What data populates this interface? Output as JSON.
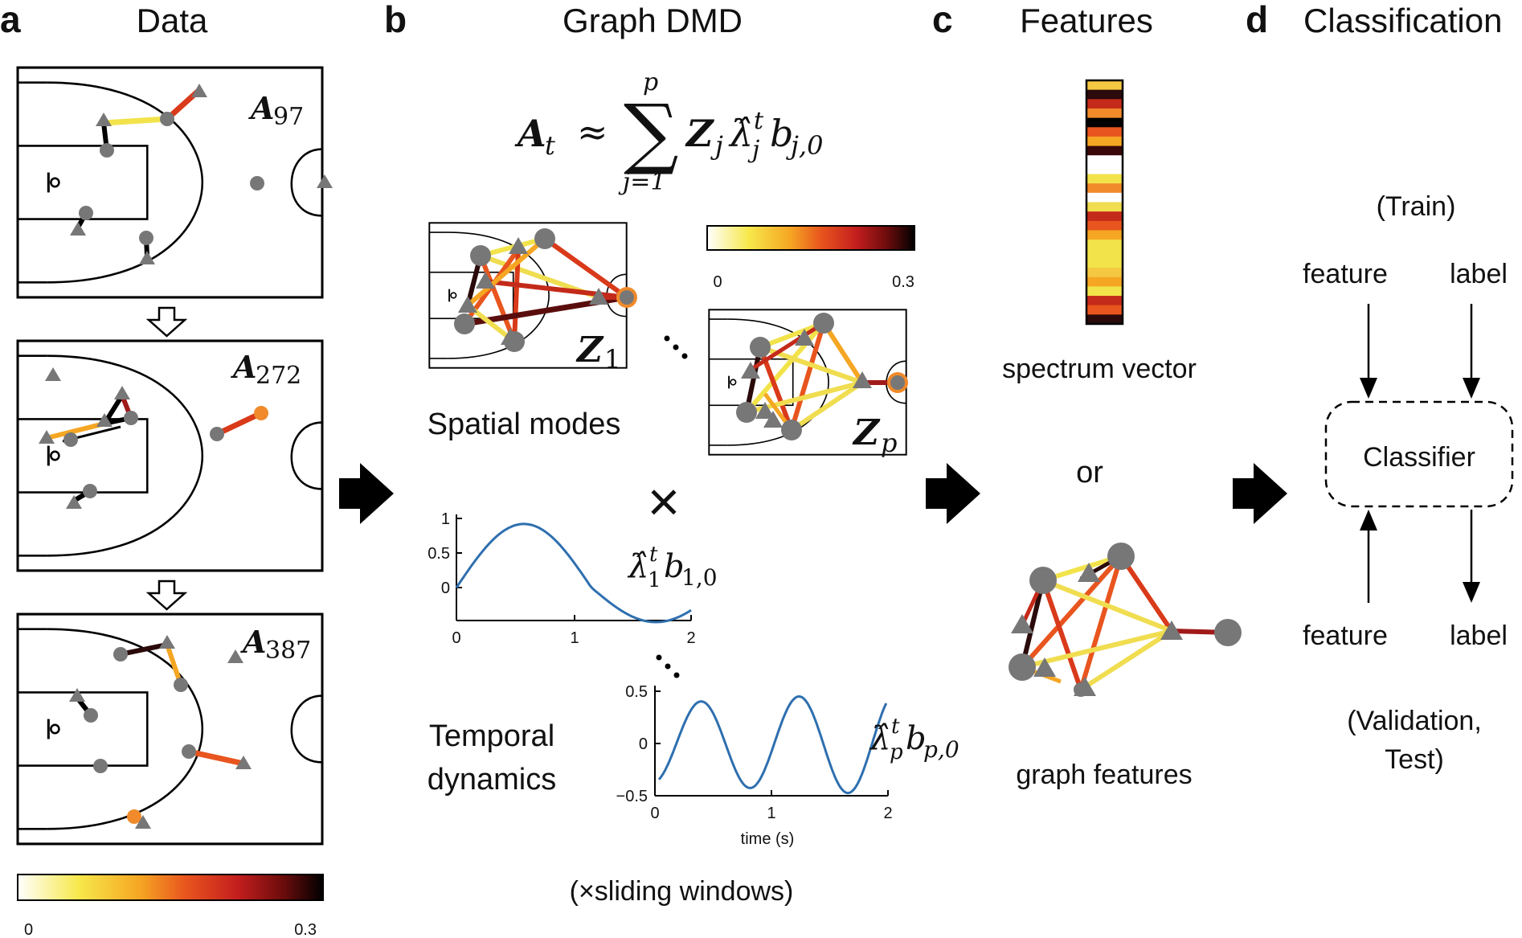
{
  "panels": {
    "a": {
      "letter": "a",
      "title": "Data",
      "matrices": [
        {
          "symbol": "A",
          "sub": "97"
        },
        {
          "symbol": "A",
          "sub": "272"
        },
        {
          "symbol": "A",
          "sub": "387"
        }
      ],
      "colorbar": {
        "min": "0",
        "max": "0.3"
      }
    },
    "b": {
      "letter": "b",
      "title": "Graph DMD",
      "equation": {
        "lhs": "A",
        "lhs_sub": "t",
        "approx": "≈",
        "sum": "∑",
        "sum_upper": "p",
        "sum_lower": "j=1",
        "z": "Z",
        "z_sub": "j",
        "lambda": "λ̂",
        "lambda_sup": "t",
        "lambda_sub": "j",
        "b": "b",
        "b_sub": "j,0"
      },
      "spatial_label": "Spatial modes",
      "mode_labels": [
        {
          "symbol": "Z",
          "sub": "1"
        },
        {
          "symbol": "Z",
          "sub": "p"
        }
      ],
      "colorbar": {
        "min": "0",
        "max": "0.3"
      },
      "times_symbol": "×",
      "temporal_label_1": "Temporal",
      "temporal_label_2": "dynamics",
      "sliding": "(×sliding windows)",
      "plot1": {
        "yticks": [
          "1",
          "0.5",
          "0"
        ],
        "xticks": [
          "0",
          "1",
          "2"
        ],
        "label": {
          "lambda": "λ̂",
          "sup": "t",
          "sub": "1",
          "b": "b",
          "b_sub": "1,0"
        }
      },
      "plot2": {
        "yticks": [
          "0.5",
          "0",
          "−0.5"
        ],
        "xticks": [
          "0",
          "1",
          "2"
        ],
        "xlabel": "time (s)",
        "label": {
          "lambda": "λ̂",
          "sup": "t",
          "sub": "p",
          "b": "b",
          "b_sub": "p,0"
        }
      }
    },
    "c": {
      "letter": "c",
      "title": "Features",
      "spectrum_label": "spectrum vector",
      "or": "or",
      "graph_label": "graph features"
    },
    "d": {
      "letter": "d",
      "title": "Classification",
      "train": "(Train)",
      "feature_top": "feature",
      "label_top": "label",
      "classifier": "Classifier",
      "feature_bottom": "feature",
      "label_bottom": "label",
      "validation_1": "(Validation,",
      "validation_2": "Test)"
    }
  },
  "colormap": [
    "#ffffff",
    "#f7e84b",
    "#f5a623",
    "#e8551e",
    "#c41e1e",
    "#6b0c0c",
    "#000000"
  ],
  "spectrum_colors": [
    "#f5c842",
    "#2a0a0a",
    "#c42a1a",
    "#f08a2a",
    "#000000",
    "#e8551e",
    "#f5a623",
    "#3a0808",
    "#ffffff",
    "#ffffff",
    "#f2e34b",
    "#f08a2a",
    "#ffffff",
    "#f0dd50",
    "#c42a1a",
    "#e8551e",
    "#f5a623",
    "#f2e34b",
    "#f2e34b",
    "#f2e34b",
    "#f5c842",
    "#f5a623",
    "#f2e34b",
    "#c42a1a",
    "#e8551e",
    "#2a0a0a"
  ],
  "colors": {
    "player": "#777777",
    "ball": "#f08a2a",
    "line": "#000000"
  }
}
